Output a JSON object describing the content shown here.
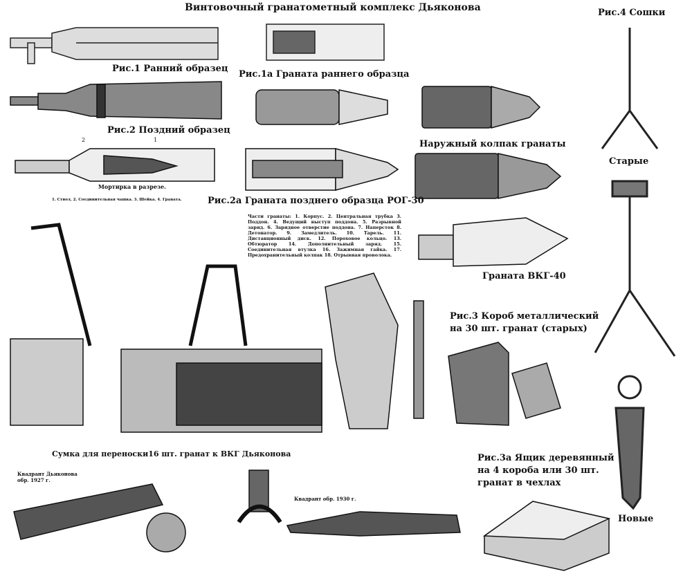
{
  "title": "Винтовочный гранатометный комплекс Дьяконова",
  "labels": {
    "fig1": "Рис.1 Ранний образец",
    "fig1a": "Рис.1а Граната раннего образца",
    "fig2": "Рис.2 Поздний образец",
    "cap": "Наружный колпак гранаты",
    "mortar_title": "Мортирка в разрезе.",
    "mortar_parts": "1. Ствол, 2. Соединительная чашка. 3. Шейка. 4. Граната.",
    "fig2a": "Рис.2а Граната позднего образца РОГ-30",
    "vkg40": "Граната ВКГ-40",
    "fig3_line1": "Рис.3 Короб металлический",
    "fig3_line2": "на 30 шт. гранат (старых)",
    "fig4": "Рис.4 Сошки",
    "old": "Старые",
    "new": "Новые",
    "bag": "Сумка для переноски16 шт. гранат к ВКГ Дьяконова",
    "quadrant1927_line1": "Квадрант Дьяконова",
    "quadrant1927_line2": "обр. 1927 г.",
    "quadrant1930": "Квадрант обр. 1930 г.",
    "fig3a_line1": "Рис.3а Ящик деревянный",
    "fig3a_line2": "на 4 короба или 30 шт.",
    "fig3a_line3": "гранат в чехлах"
  },
  "grenade_parts": "Части гранаты: 1. Корпус. 2. Центральная трубка 3. Поддон. 4. Ведущий выступ поддона. 5. Разрывной заряд. 6. Зарядное отверстие поддона. 7. Наперсток 8. Детонатор. 9. Замедлитель. 10. Тарель. 11. Дистанционный диск. 12. Пороховое кольцо. 13. Обтюратор 14. Дополнительный заряд. 15. Соединительная втулка 16. Зажимная гайка. 17. Предохранительный колпак 18. Отрывная проволока.",
  "callouts": [
    "1",
    "2"
  ]
}
